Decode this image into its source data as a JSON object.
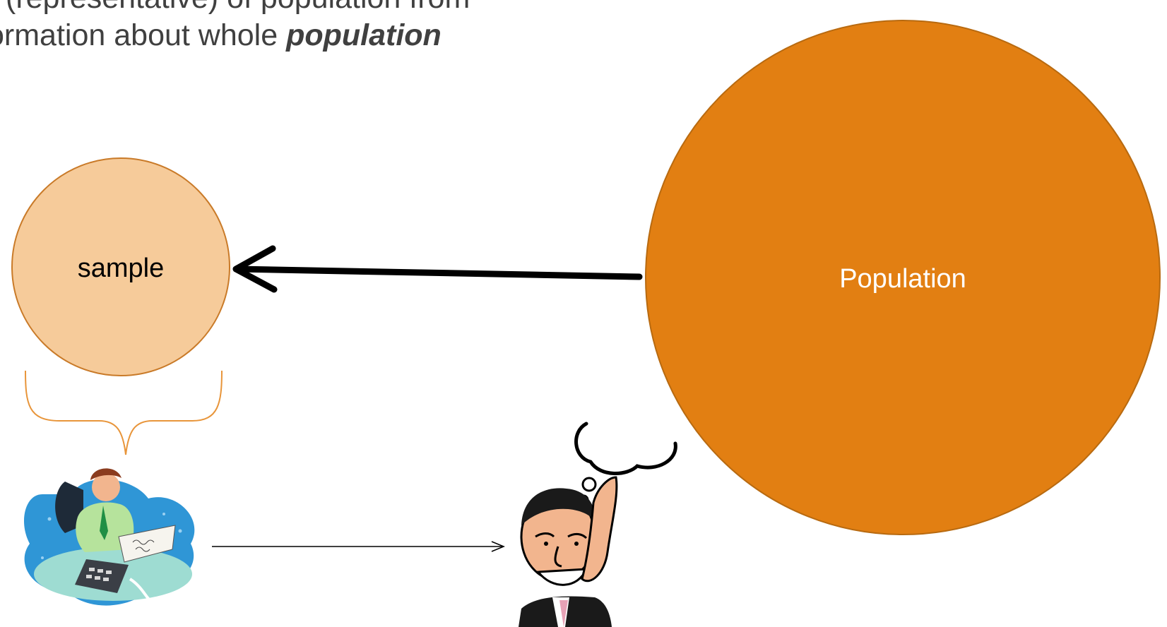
{
  "heading": {
    "line1": "(representative) of population from",
    "line2_prefix": "ormation about whole ",
    "line2_emphasis": "population"
  },
  "nodes": {
    "sample": {
      "label": "sample",
      "fill": "#f6cb9a",
      "stroke": "#c97a28",
      "text_color": "#000000"
    },
    "population": {
      "label": "Population",
      "fill": "#e27f12",
      "stroke": "#b86a10",
      "text_color": "#ffffff"
    }
  },
  "edges": [
    {
      "from": "population",
      "to": "sample",
      "style": "thick-black-arrow"
    },
    {
      "from": "analyst",
      "to": "thinker",
      "style": "thin-black-arrow"
    }
  ],
  "illustrations": [
    {
      "name": "analyst-at-desk-clipart"
    },
    {
      "name": "thinking-man-clipart"
    }
  ],
  "colors": {
    "bracket": "#e8953a",
    "heading_text": "#404040"
  }
}
